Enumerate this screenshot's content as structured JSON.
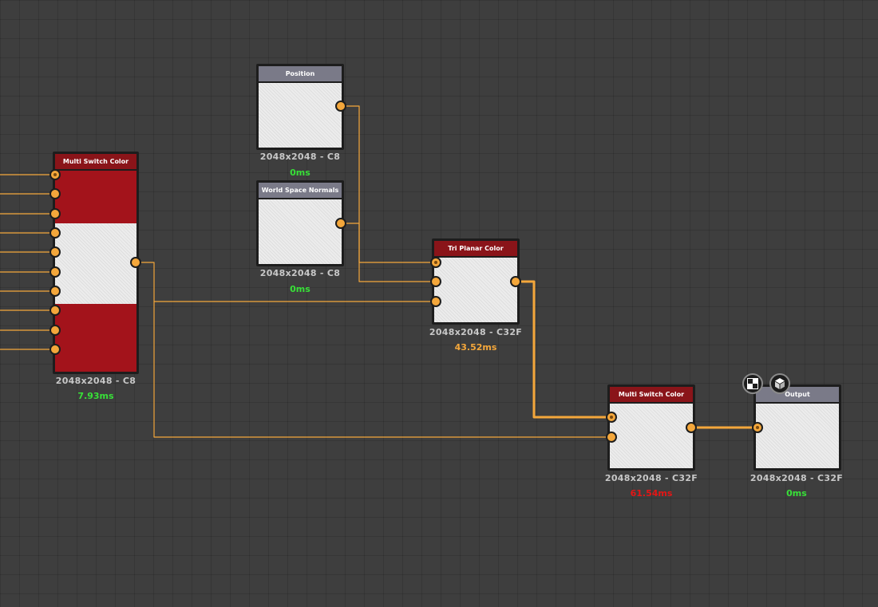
{
  "nodes": {
    "multi_switch_left": {
      "title": "Multi Switch Color",
      "info": "2048x2048 - C8",
      "timing": "7.93ms"
    },
    "position": {
      "title": "Position",
      "info": "2048x2048 - C8",
      "timing": "0ms"
    },
    "world_space_normals": {
      "title": "World Space Normals",
      "info": "2048x2048 - C8",
      "timing": "0ms"
    },
    "tri_planar": {
      "title": "Tri Planar Color",
      "info": "2048x2048 - C32F",
      "timing": "43.52ms"
    },
    "multi_switch_right": {
      "title": "Multi Switch Color",
      "info": "2048x2048 - C32F",
      "timing": "61.54ms"
    },
    "output": {
      "title": "Output",
      "info": "2048x2048 - C32F",
      "timing": "0ms"
    }
  },
  "toolbar": {
    "icons": [
      "checker-icon",
      "cube-icon"
    ]
  },
  "colors": {
    "canvas": "#3e3e3e",
    "node_frame": "#1d1d1d",
    "title_red": "#8a1419",
    "title_gray": "#7a7a88",
    "port": "#f4a73b",
    "wire": "#f4a73b",
    "timing_green": "#38e038",
    "timing_orange": "#f4a73b",
    "timing_red": "#e41616"
  }
}
